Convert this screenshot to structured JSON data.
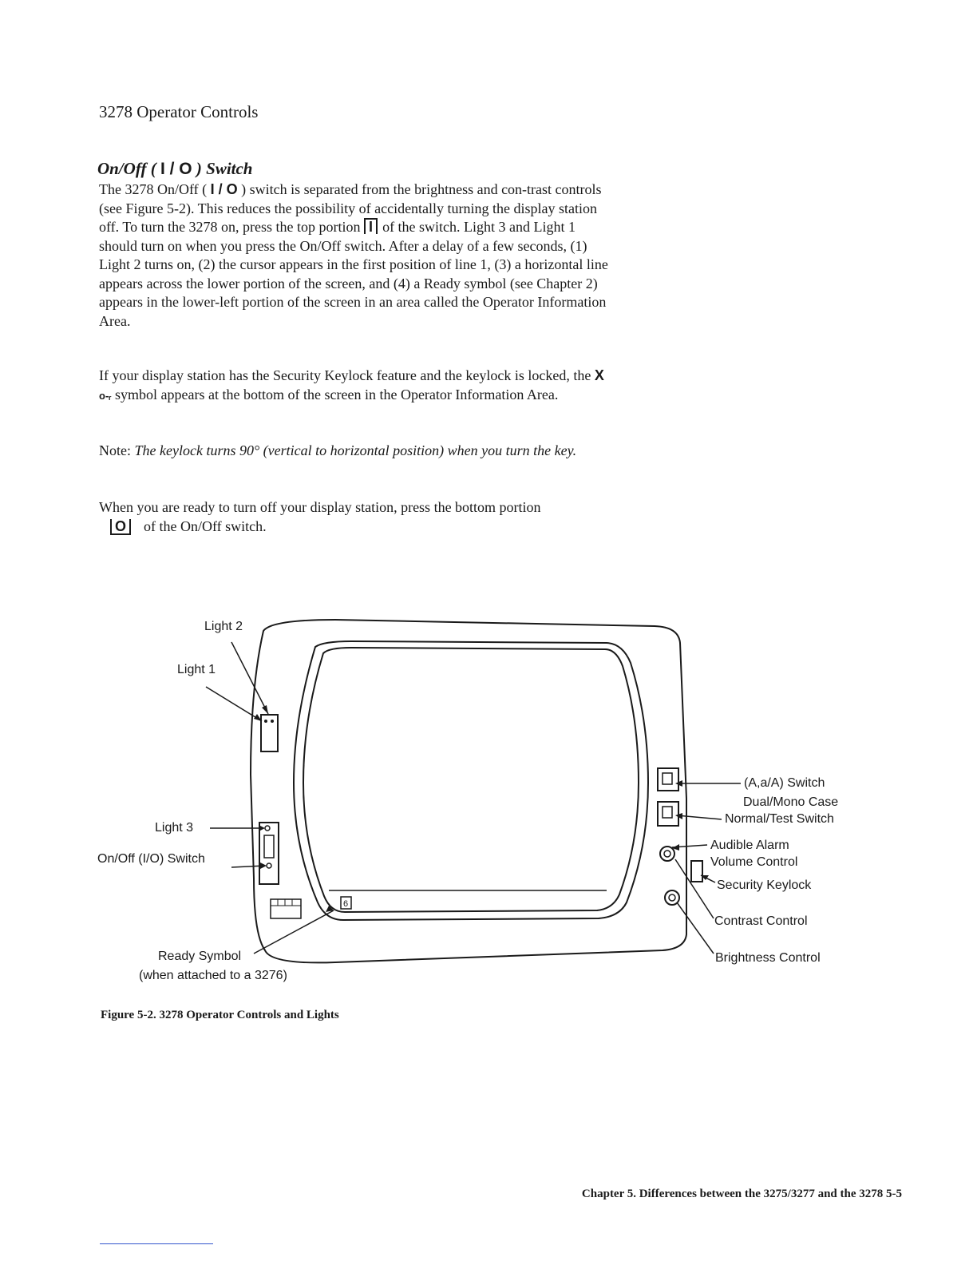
{
  "section_title": "3278 Operator Controls",
  "subheading": {
    "prefix": "On/Off ( ",
    "symbol": "I / O",
    "suffix": " ) Switch"
  },
  "paragraph1": {
    "part1": "The 3278 On/Off ( ",
    "symbol": "I / O",
    "part2": " ) switch is separated from the brightness and con-trast controls (see Figure 5-2).  This reduces the possibility of accidentally turning the display station off.  To turn the 3278 on, press the top portion",
    "top_symbol": "I",
    "part3": "of the switch.  Light 3 and Light 1 should turn on when you press the On/Off switch.  After a delay of a few seconds, (1) Light 2 turns on, (2) the cursor appears in the first position of line 1, (3) a horizontal line appears across the lower portion of the screen, and (4) a Ready symbol (see Chapter 2) appears in the lower-left portion of the screen in an area called the Operator Information Area."
  },
  "paragraph2": {
    "part1": "If your display station has the Security Keylock feature and the keylock is locked, the",
    "symbol_x": "X",
    "symbol_key": "o-ᵣ",
    "part2": "symbol appears at the bottom of the screen in the Operator Information Area."
  },
  "note": {
    "label": "Note:",
    "body": "The keylock turns 90° (vertical to horizontal position) when you turn the key."
  },
  "paragraph3": {
    "part1": "When you are ready to turn off your display station, press the bottom portion",
    "bottom_symbol": "O",
    "part2": "of the On/Off switch."
  },
  "figure": {
    "labels": {
      "light2": "Light 2",
      "light1": "Light 1",
      "light3": "Light 3",
      "onoff": "On/Off (I/O) Switch",
      "ready1": "Ready Symbol",
      "ready2": "(when attached to a 3276)",
      "case1": "(A,a/A) Switch",
      "case2": "Dual/Mono Case",
      "normal_test": "Normal/Test Switch",
      "audible": "Audible Alarm",
      "volume": "Volume Control",
      "security": "Security Keylock",
      "contrast": "Contrast Control",
      "brightness": "Brightness Control"
    },
    "ready_glyph": "6"
  },
  "caption": "Figure 5-2.  3278 Operator Controls and Lights",
  "footer": "Chapter 5.  Differences between the 3275/3277 and the 3278    5-5"
}
